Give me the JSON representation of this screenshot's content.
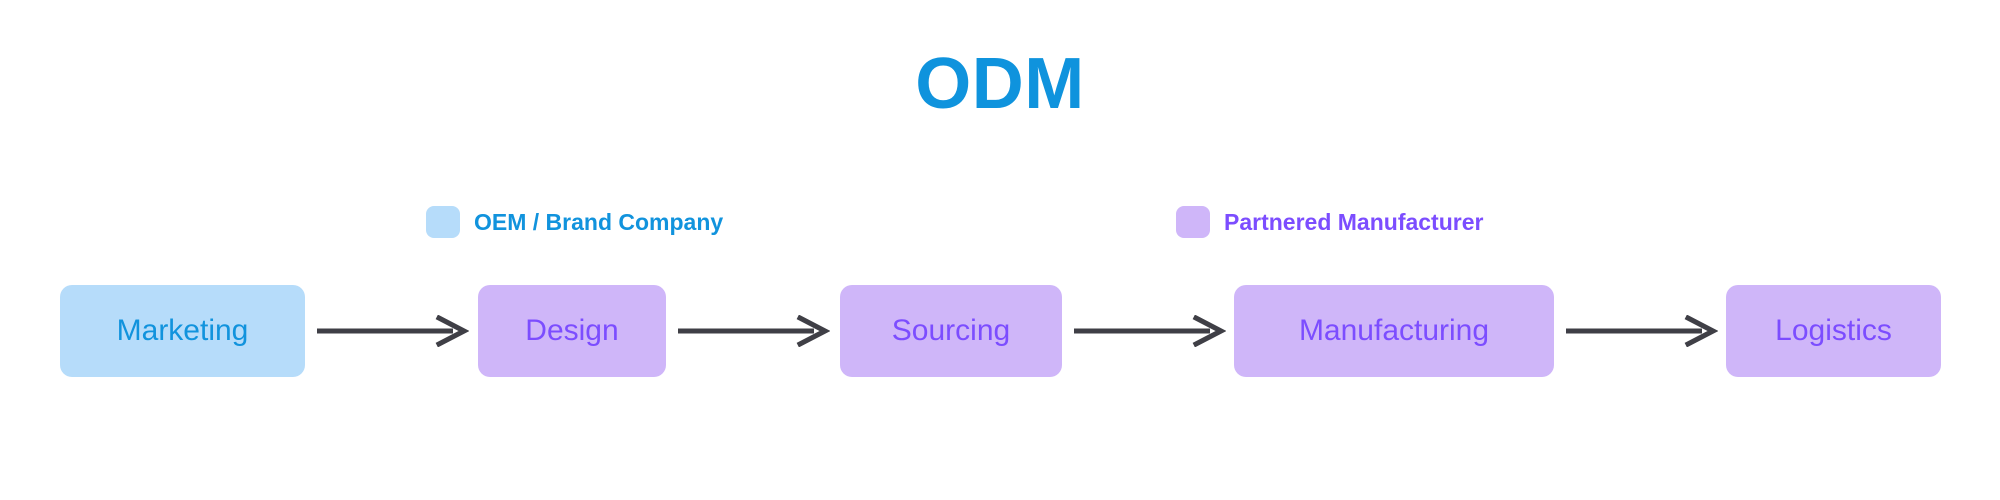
{
  "diagram": {
    "title": "ODM",
    "title_color": "#0f93dd",
    "background": "#ffffff"
  },
  "legend": {
    "items": [
      {
        "label": "OEM / Brand Company",
        "swatch_color": "#b6dcfa",
        "text_color": "#1193dd"
      },
      {
        "label": "Partnered Manufacturer",
        "swatch_color": "#cfb6f9",
        "text_color": "#7c4dff"
      }
    ]
  },
  "flow": {
    "arrow_color": "#3f3f46",
    "nodes": [
      {
        "label": "Marketing",
        "owner": "OEM / Brand Company",
        "fill": "#b6dcfa",
        "text_color": "#1193dd"
      },
      {
        "label": "Design",
        "owner": "Partnered Manufacturer",
        "fill": "#cfb6f9",
        "text_color": "#7c4dff"
      },
      {
        "label": "Sourcing",
        "owner": "Partnered Manufacturer",
        "fill": "#cfb6f9",
        "text_color": "#7c4dff"
      },
      {
        "label": "Manufacturing",
        "owner": "Partnered Manufacturer",
        "fill": "#cfb6f9",
        "text_color": "#7c4dff"
      },
      {
        "label": "Logistics",
        "owner": "Partnered Manufacturer",
        "fill": "#cfb6f9",
        "text_color": "#7c4dff"
      }
    ]
  }
}
